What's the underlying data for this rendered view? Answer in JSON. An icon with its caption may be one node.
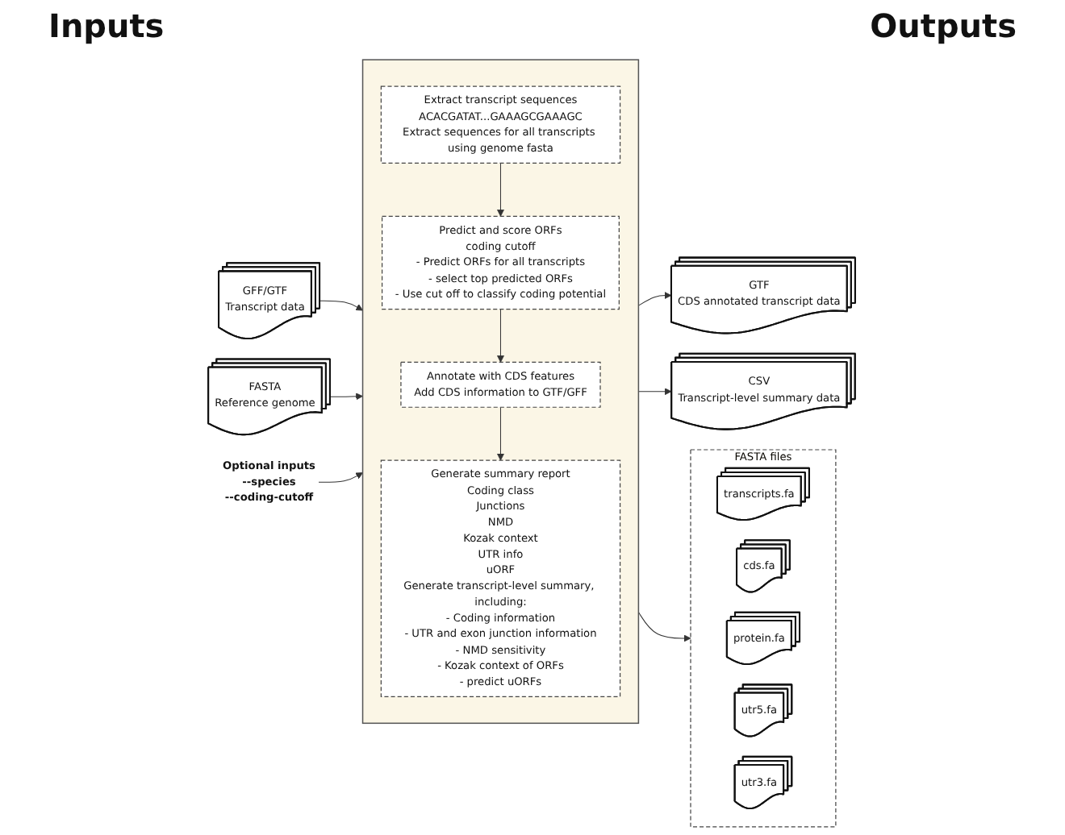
{
  "diagram": {
    "nodes": [
      {
        "text": [
          "GFF/GTF",
          "Transcript data"
        ]
      },
      {
        "text": [
          "FASTA",
          "Reference genome"
        ]
      },
      {
        "text": [
          "Optional inputs",
          "--species",
          "--coding-cutoff"
        ]
      },
      {
        "text": [],
        "shape": "box"
      },
      {
        "text": [
          "Extract transcript sequences",
          "ACACGATAT...GAAAGCGAAAGC",
          "Extract sequences for all transcripts using genome fasta"
        ],
        "in": 3
      },
      {
        "text": [
          "Predict and score ORFs",
          "coding cutoff",
          "- Predict ORFs for all transcripts",
          "- select top predicted ORFs",
          "- Use cut off to classify coding potential"
        ],
        "in": 3
      },
      {
        "text": [
          "Annotate with CDS features",
          "Add CDS information to GTF/GFF"
        ],
        "in": 3
      },
      {
        "text": [
          "Generate summary report",
          "Coding class",
          "Junctions",
          "NMD",
          "Kozak context",
          "UTR info",
          "uORF",
          "Generate transcript-level summary, including:",
          "- Coding information",
          "- UTR and exon junction information",
          "- NMD sensitivity",
          "- Kozak context of ORFs",
          "- predict uORFs"
        ],
        "in": 3
      },
      {
        "text": [
          "GTF",
          "CDS annotated transcript data"
        ]
      },
      {
        "text": [
          "CSV",
          "Transcript-level summary data"
        ]
      },
      {
        "text": [
          "FASTA files"
        ]
      },
      {
        "text": [
          "transcripts.fa"
        ],
        "in": 10
      },
      {
        "text": [
          "cds.fa"
        ],
        "in": 10
      },
      {
        "text": [
          "protein.fa"
        ],
        "in": 10
      },
      {
        "text": [
          "utr5.fa"
        ],
        "in": 10
      },
      {
        "text": [
          "utr3.fa"
        ],
        "in": 10
      }
    ],
    "edges": [
      {
        "from": 0,
        "to": 3,
        "arrow": "to"
      },
      {
        "from": 1,
        "to": 3,
        "arrow": "to"
      },
      {
        "from": 2,
        "to": 3,
        "arrow": "to"
      },
      {
        "from": 4,
        "to": 5,
        "arrow": "to"
      },
      {
        "from": 5,
        "to": 6,
        "arrow": "to"
      },
      {
        "from": 6,
        "to": 7,
        "arrow": "to"
      },
      {
        "from": 3,
        "to": 8,
        "arrow": "to"
      },
      {
        "from": 3,
        "to": 9,
        "arrow": "to"
      },
      {
        "from": 3,
        "to": 10,
        "arrow": "to"
      }
    ],
    "labels": [
      "Inputs",
      "Outputs"
    ]
  }
}
